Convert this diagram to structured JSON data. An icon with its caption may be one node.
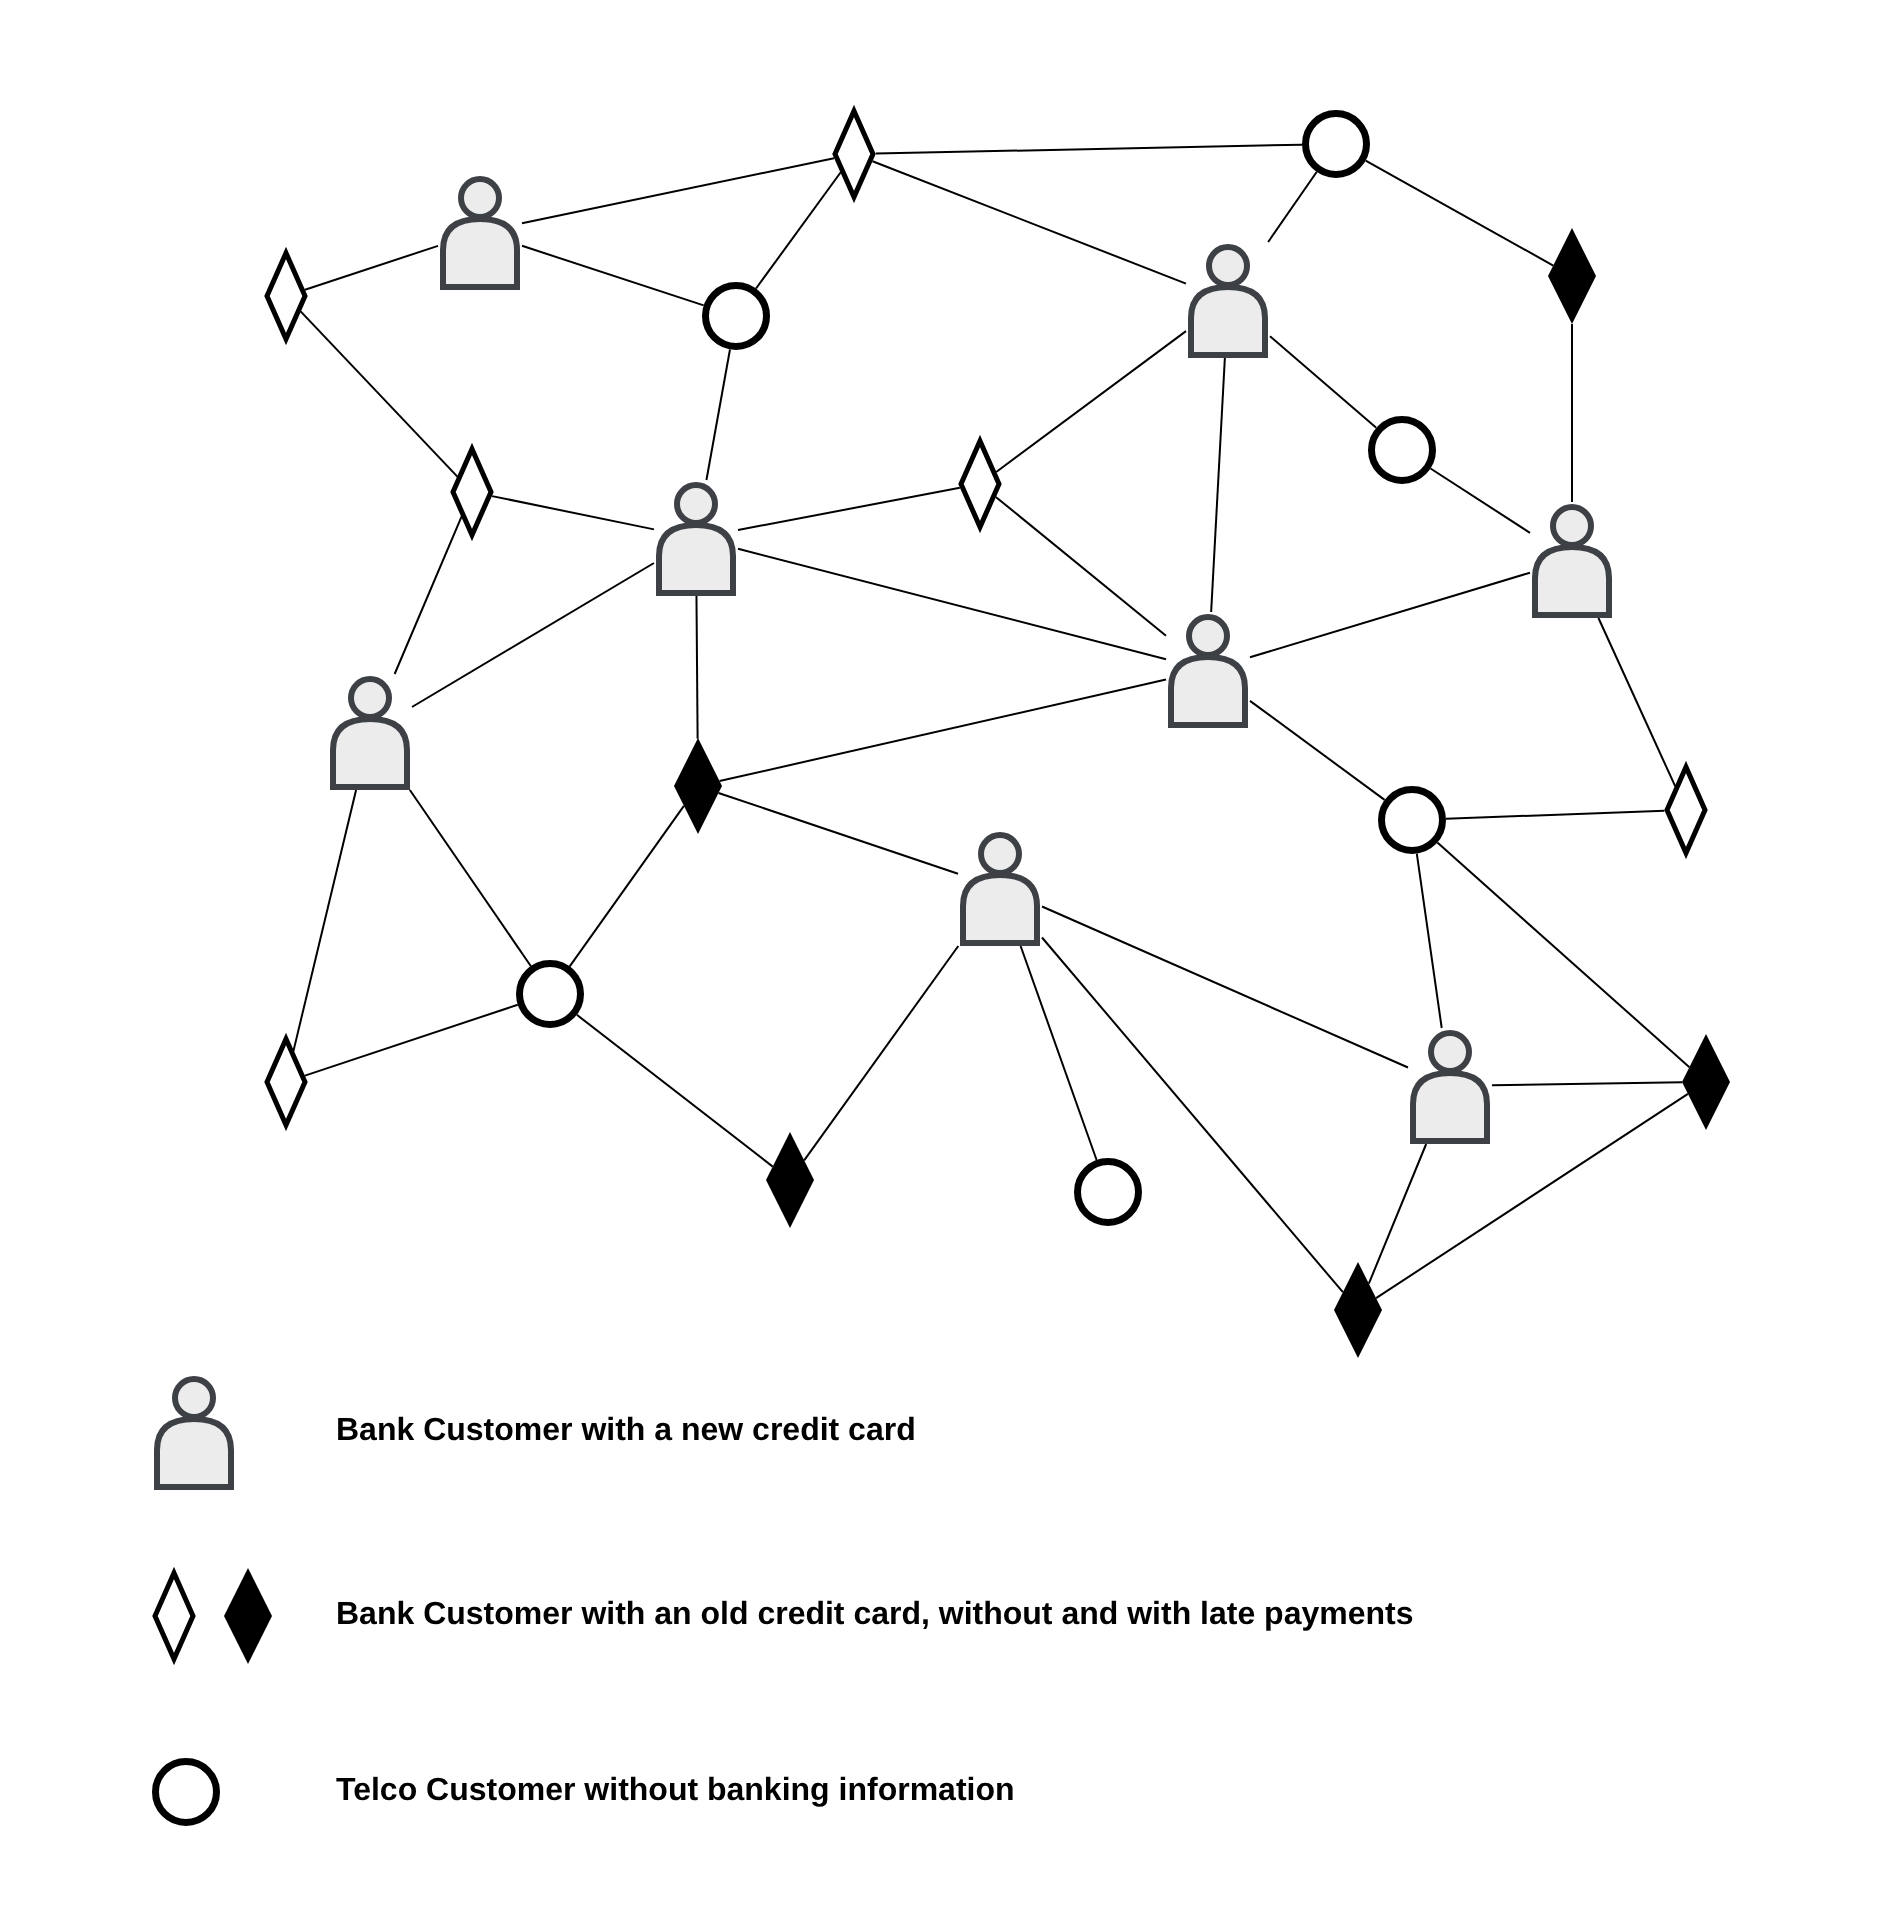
{
  "diagram": {
    "nodes": [
      {
        "text": [],
        "shape": "diamond"
      },
      {
        "text": [],
        "shape": "circle"
      },
      {
        "text": [],
        "shape": "diamond"
      },
      {
        "text": [],
        "shape": "person"
      },
      {
        "text": [],
        "shape": "circle"
      },
      {
        "text": [],
        "shape": "person"
      },
      {
        "text": [],
        "shape": "filled-diamond"
      },
      {
        "text": [],
        "shape": "diamond"
      },
      {
        "text": [],
        "shape": "person"
      },
      {
        "text": [],
        "shape": "diamond"
      },
      {
        "text": [],
        "shape": "circle"
      },
      {
        "text": [],
        "shape": "person"
      },
      {
        "text": [],
        "shape": "person"
      },
      {
        "text": [],
        "shape": "filled-diamond"
      },
      {
        "text": [],
        "shape": "person"
      },
      {
        "text": [],
        "shape": "circle"
      },
      {
        "text": [],
        "shape": "diamond"
      },
      {
        "text": [],
        "shape": "circle"
      },
      {
        "text": [],
        "shape": "person"
      },
      {
        "text": [],
        "shape": "diamond"
      },
      {
        "text": [],
        "shape": "filled-diamond"
      },
      {
        "text": [],
        "shape": "circle"
      },
      {
        "text": [],
        "shape": "person"
      },
      {
        "text": [],
        "shape": "filled-diamond"
      },
      {
        "text": [],
        "shape": "filled-diamond"
      }
    ],
    "edges": [
      {
        "from": 2,
        "to": 3,
        "arrow": "none"
      },
      {
        "from": 3,
        "to": 0,
        "arrow": "none"
      },
      {
        "from": 3,
        "to": 4,
        "arrow": "none"
      },
      {
        "from": 4,
        "to": 0,
        "arrow": "none"
      },
      {
        "from": 0,
        "to": 1,
        "arrow": "none"
      },
      {
        "from": 0,
        "to": 5,
        "arrow": "none"
      },
      {
        "from": 1,
        "to": 5,
        "arrow": "none"
      },
      {
        "from": 1,
        "to": 6,
        "arrow": "none"
      },
      {
        "from": 6,
        "to": 11,
        "arrow": "none"
      },
      {
        "from": 2,
        "to": 7,
        "arrow": "none"
      },
      {
        "from": 4,
        "to": 8,
        "arrow": "none"
      },
      {
        "from": 7,
        "to": 8,
        "arrow": "none"
      },
      {
        "from": 7,
        "to": 12,
        "arrow": "none"
      },
      {
        "from": 8,
        "to": 9,
        "arrow": "none"
      },
      {
        "from": 9,
        "to": 5,
        "arrow": "none"
      },
      {
        "from": 9,
        "to": 14,
        "arrow": "none"
      },
      {
        "from": 5,
        "to": 14,
        "arrow": "none"
      },
      {
        "from": 5,
        "to": 10,
        "arrow": "none"
      },
      {
        "from": 10,
        "to": 11,
        "arrow": "none"
      },
      {
        "from": 8,
        "to": 14,
        "arrow": "none"
      },
      {
        "from": 8,
        "to": 12,
        "arrow": "none"
      },
      {
        "from": 8,
        "to": 13,
        "arrow": "none"
      },
      {
        "from": 14,
        "to": 11,
        "arrow": "none"
      },
      {
        "from": 13,
        "to": 14,
        "arrow": "none"
      },
      {
        "from": 11,
        "to": 16,
        "arrow": "none"
      },
      {
        "from": 14,
        "to": 15,
        "arrow": "none"
      },
      {
        "from": 15,
        "to": 16,
        "arrow": "none"
      },
      {
        "from": 15,
        "to": 22,
        "arrow": "none"
      },
      {
        "from": 15,
        "to": 23,
        "arrow": "none"
      },
      {
        "from": 12,
        "to": 17,
        "arrow": "none"
      },
      {
        "from": 12,
        "to": 19,
        "arrow": "none"
      },
      {
        "from": 13,
        "to": 17,
        "arrow": "none"
      },
      {
        "from": 13,
        "to": 18,
        "arrow": "none"
      },
      {
        "from": 17,
        "to": 19,
        "arrow": "none"
      },
      {
        "from": 17,
        "to": 20,
        "arrow": "none"
      },
      {
        "from": 20,
        "to": 18,
        "arrow": "none"
      },
      {
        "from": 18,
        "to": 21,
        "arrow": "none"
      },
      {
        "from": 18,
        "to": 24,
        "arrow": "none"
      },
      {
        "from": 18,
        "to": 22,
        "arrow": "none"
      },
      {
        "from": 22,
        "to": 23,
        "arrow": "none"
      },
      {
        "from": 22,
        "to": 24,
        "arrow": "none"
      },
      {
        "from": 23,
        "to": 24,
        "arrow": "none"
      }
    ],
    "legend": [
      {
        "text": "Bank Customer with a new credit card"
      },
      {
        "text": "Bank Customer with an old credit card, without and with late payments"
      },
      {
        "text": "Telco Customer without banking information"
      }
    ]
  }
}
